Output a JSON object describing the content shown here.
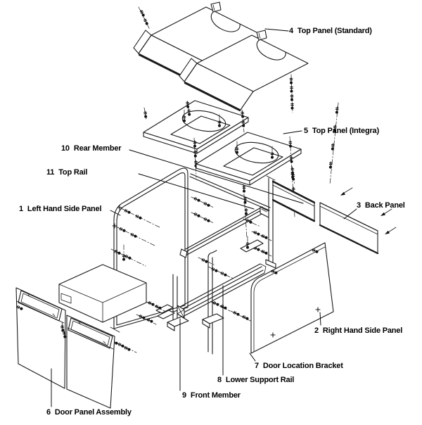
{
  "figure": {
    "kind": "exploded-assembly-parts-diagram",
    "background": "#ffffff",
    "line_color": "#1a1a1a"
  },
  "parts": [
    {
      "num": "1",
      "name": "Left Hand Side Panel"
    },
    {
      "num": "2",
      "name": "Right Hand Side Panel"
    },
    {
      "num": "3",
      "name": "Back Panel"
    },
    {
      "num": "4",
      "name": "Top Panel (Standard)"
    },
    {
      "num": "5",
      "name": "Top Panel (Integra)"
    },
    {
      "num": "6",
      "name": "Door Panel Assembly"
    },
    {
      "num": "7",
      "name": "Door Location Bracket"
    },
    {
      "num": "8",
      "name": "Lower Support Rail"
    },
    {
      "num": "9",
      "name": "Front Member"
    },
    {
      "num": "10",
      "name": "Rear Member"
    },
    {
      "num": "11",
      "name": "Top Rail"
    }
  ],
  "icons": {
    "bolt": "bolt-icon",
    "screw_axis": "dash-dot-centerline",
    "insertion_arrow": "arrow-icon"
  }
}
